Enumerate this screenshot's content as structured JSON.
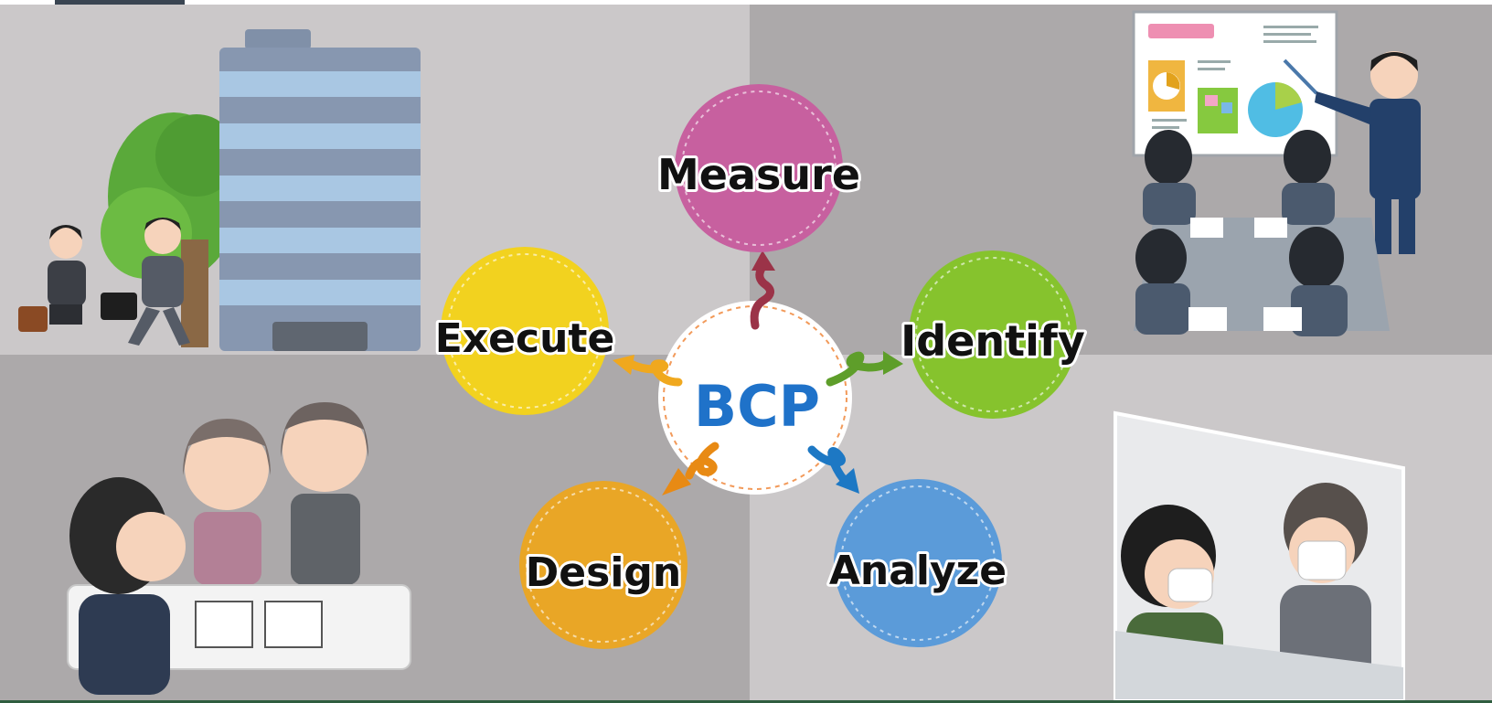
{
  "center": {
    "label": "BCP"
  },
  "steps": [
    {
      "key": "measure",
      "label": "Measure",
      "color": "#c7609f",
      "arrow": "#9b3348"
    },
    {
      "key": "identify",
      "label": "Identify",
      "color": "#86c32d",
      "arrow": "#5e9e2a"
    },
    {
      "key": "analyze",
      "label": "Analyze",
      "color": "#5b9bd9",
      "arrow": "#1d78c4"
    },
    {
      "key": "design",
      "label": "Design",
      "color": "#e9a626",
      "arrow": "#e88a14"
    },
    {
      "key": "execute",
      "label": "Execute",
      "color": "#f2d21f",
      "arrow": "#f0a81e"
    }
  ],
  "scenes": [
    {
      "key": "commute",
      "icon": "office-building-commute-icon"
    },
    {
      "key": "meeting",
      "icon": "presentation-meeting-icon"
    },
    {
      "key": "consultation",
      "icon": "customer-consultation-icon"
    },
    {
      "key": "reception",
      "icon": "masked-reception-counter-icon"
    }
  ]
}
